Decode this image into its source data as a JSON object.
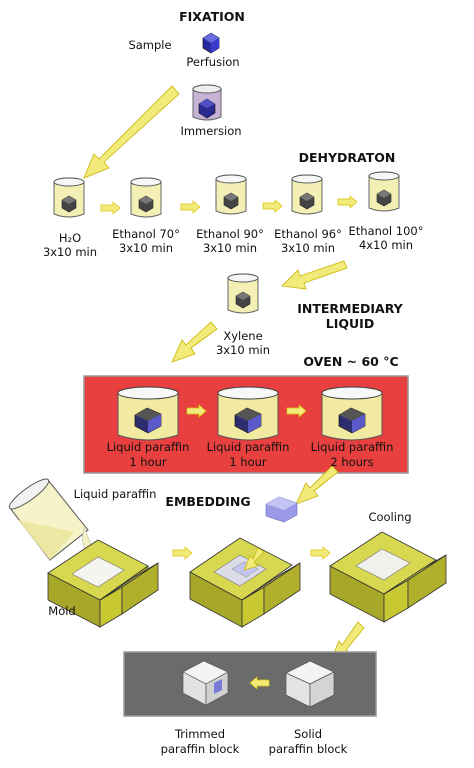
{
  "headings": {
    "fixation": "FIXATION",
    "dehydration": "DEHYDRATON",
    "intermediary_line1": "INTERMEDIARY",
    "intermediary_line2": "LIQUID",
    "oven": "OVEN ~ 60 °C",
    "embedding": "EMBEDDING"
  },
  "fixation": {
    "sample_label": "Sample",
    "perfusion_label": "Perfusion",
    "immersion_label": "Immersion"
  },
  "dehydration_steps": [
    {
      "name": "H₂O",
      "time": "3x10 min"
    },
    {
      "name": "Ethanol 70°",
      "time": "3x10 min"
    },
    {
      "name": "Ethanol 90°",
      "time": "3x10 min"
    },
    {
      "name": "Ethanol 96°",
      "time": "3x10 min"
    },
    {
      "name": "Ethanol 100°",
      "time": "4x10 min"
    }
  ],
  "intermediary": {
    "name": "Xylene",
    "time": "3x10 min"
  },
  "oven_steps": [
    {
      "name": "Liquid paraffin",
      "time": "1 hour"
    },
    {
      "name": "Liquid paraffin",
      "time": "1 hour"
    },
    {
      "name": "Liquid paraffin",
      "time": "2 hours"
    }
  ],
  "embedding": {
    "pour_label": "Liquid paraffin",
    "mold_label": "Mold",
    "cooling_label": "Cooling"
  },
  "blocks": {
    "trimmed_line1": "Trimmed",
    "trimmed_line2": "paraffin block",
    "solid_line1": "Solid",
    "solid_line2": "paraffin block"
  },
  "colors": {
    "arrow": "#f2ea7a",
    "arrow_stroke": "#c8b400",
    "oven_bg": "#e8403f",
    "mold": "#c8c832",
    "sample": "#3a3ab0",
    "block_panel": "#6b6b6b"
  }
}
